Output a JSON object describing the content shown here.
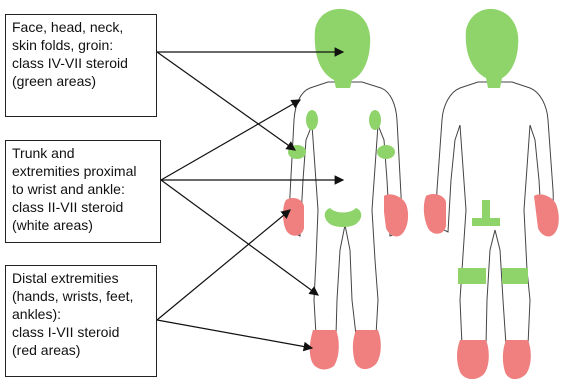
{
  "labels": {
    "green": "Face, head, neck,\nskin folds, groin:\nclass IV-VII steroid\n(green areas)",
    "white": "Trunk and\nextremities proximal\nto wrist and ankle:\nclass II-VII steroid\n(white areas)",
    "red": "Distal extremities\n(hands, wrists, feet,\nankles):\nclass I-VII steroid\n(red areas)"
  },
  "colors": {
    "green": "#8fd46a",
    "red": "#f08080",
    "outline": "#333333",
    "arrow": "#111111"
  }
}
